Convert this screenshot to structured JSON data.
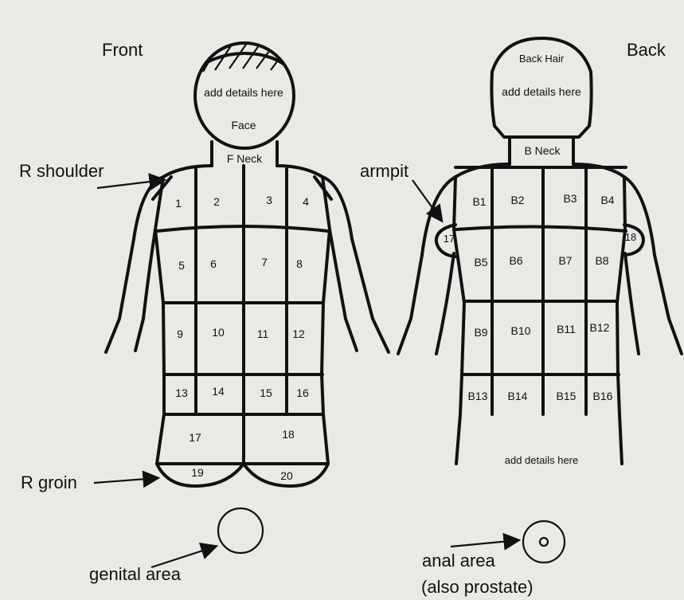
{
  "headings": {
    "front": "Front",
    "back": "Back"
  },
  "front": {
    "head": {
      "details": "add details here",
      "face": "Face"
    },
    "neck": "F Neck",
    "zones": [
      "1",
      "2",
      "3",
      "4",
      "5",
      "6",
      "7",
      "8",
      "9",
      "10",
      "11",
      "12",
      "13",
      "14",
      "15",
      "16",
      "17",
      "18",
      "19",
      "20"
    ]
  },
  "back": {
    "head": {
      "hair": "Back Hair",
      "details": "add details here"
    },
    "neck": "B Neck",
    "zones": [
      "B1",
      "B2",
      "B3",
      "B4",
      "B5",
      "B6",
      "B7",
      "B8",
      "B9",
      "B10",
      "B11",
      "B12",
      "B13",
      "B14",
      "B15",
      "B16"
    ],
    "armpits": [
      "17",
      "18"
    ],
    "bottom_details": "add details here"
  },
  "callouts": {
    "r_shoulder": "R shoulder",
    "armpit": "armpit",
    "r_groin": "R groin",
    "genital_area": "genital area",
    "anal_area_1": "anal area",
    "anal_area_2": "(also prostate)"
  }
}
